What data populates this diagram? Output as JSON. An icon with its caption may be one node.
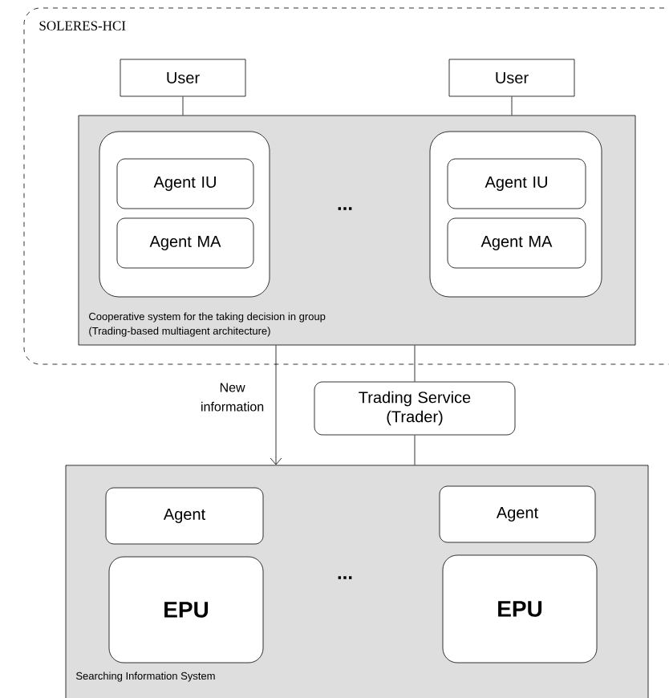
{
  "diagram": {
    "nodes": [
      {
        "text": [
          "SOLERES-HCI"
        ]
      },
      {
        "text": [
          "User"
        ],
        "in": 0
      },
      {
        "text": [
          "User"
        ],
        "in": 0
      },
      {
        "text": [
          "Cooperative system for the taking decision in group",
          "(Trading-based multiagent architecture)"
        ],
        "in": 0
      },
      {
        "text": [],
        "shape": "box",
        "in": 3
      },
      {
        "text": [
          "Agent IU"
        ],
        "in": 4
      },
      {
        "text": [
          "Agent MA"
        ],
        "in": 4
      },
      {
        "text": [],
        "shape": "box",
        "in": 3
      },
      {
        "text": [
          "Agent IU"
        ],
        "in": 7
      },
      {
        "text": [
          "Agent MA"
        ],
        "in": 7
      },
      {
        "text": [
          "Trading Service (Trader)"
        ]
      },
      {
        "text": [
          "Searching Information System"
        ]
      },
      {
        "text": [
          "Agent"
        ],
        "in": 11
      },
      {
        "text": [
          "EPU"
        ],
        "in": 11
      },
      {
        "text": [
          "Agent"
        ],
        "in": 11
      },
      {
        "text": [
          "EPU"
        ],
        "in": 11
      }
    ],
    "edges": [
      {
        "from": 1,
        "to": 3,
        "arrow": "none"
      },
      {
        "from": 2,
        "to": 3,
        "arrow": "none"
      },
      {
        "from": 3,
        "to": 11,
        "arrow": "to",
        "label": "New information"
      },
      {
        "from": 3,
        "to": 10,
        "arrow": "none"
      },
      {
        "from": 10,
        "to": 11,
        "arrow": "none"
      }
    ],
    "labels": [
      "...",
      "..."
    ]
  }
}
